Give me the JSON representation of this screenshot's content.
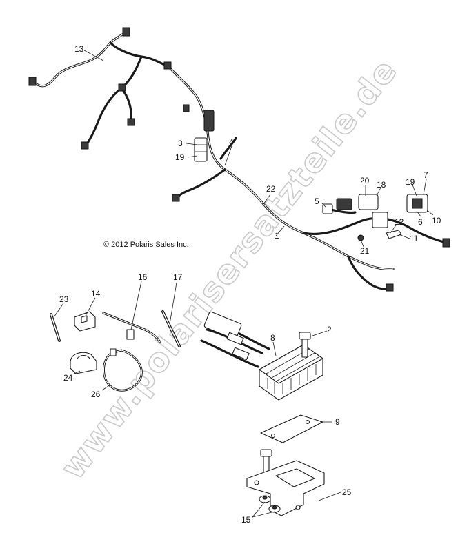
{
  "copyright": "© 2012 Polaris Sales Inc.",
  "watermark": "www.polarisersatzteile.de",
  "callouts": [
    {
      "id": "c1",
      "label": "1"
    },
    {
      "id": "c2",
      "label": "2"
    },
    {
      "id": "c3",
      "label": "3"
    },
    {
      "id": "c4",
      "label": "4"
    },
    {
      "id": "c5",
      "label": "5"
    },
    {
      "id": "c6",
      "label": "6"
    },
    {
      "id": "c7",
      "label": "7"
    },
    {
      "id": "c8",
      "label": "8"
    },
    {
      "id": "c9",
      "label": "9"
    },
    {
      "id": "c10",
      "label": "10"
    },
    {
      "id": "c11",
      "label": "11"
    },
    {
      "id": "c12",
      "label": "12"
    },
    {
      "id": "c13",
      "label": "13"
    },
    {
      "id": "c14",
      "label": "14"
    },
    {
      "id": "c15",
      "label": "15"
    },
    {
      "id": "c16",
      "label": "16"
    },
    {
      "id": "c17",
      "label": "17"
    },
    {
      "id": "c18",
      "label": "18"
    },
    {
      "id": "c19a",
      "label": "19"
    },
    {
      "id": "c19b",
      "label": "19"
    },
    {
      "id": "c20",
      "label": "20"
    },
    {
      "id": "c21",
      "label": "21"
    },
    {
      "id": "c22",
      "label": "22"
    },
    {
      "id": "c23",
      "label": "23"
    },
    {
      "id": "c24",
      "label": "24"
    },
    {
      "id": "c25",
      "label": "25"
    },
    {
      "id": "c26",
      "label": "26"
    }
  ]
}
